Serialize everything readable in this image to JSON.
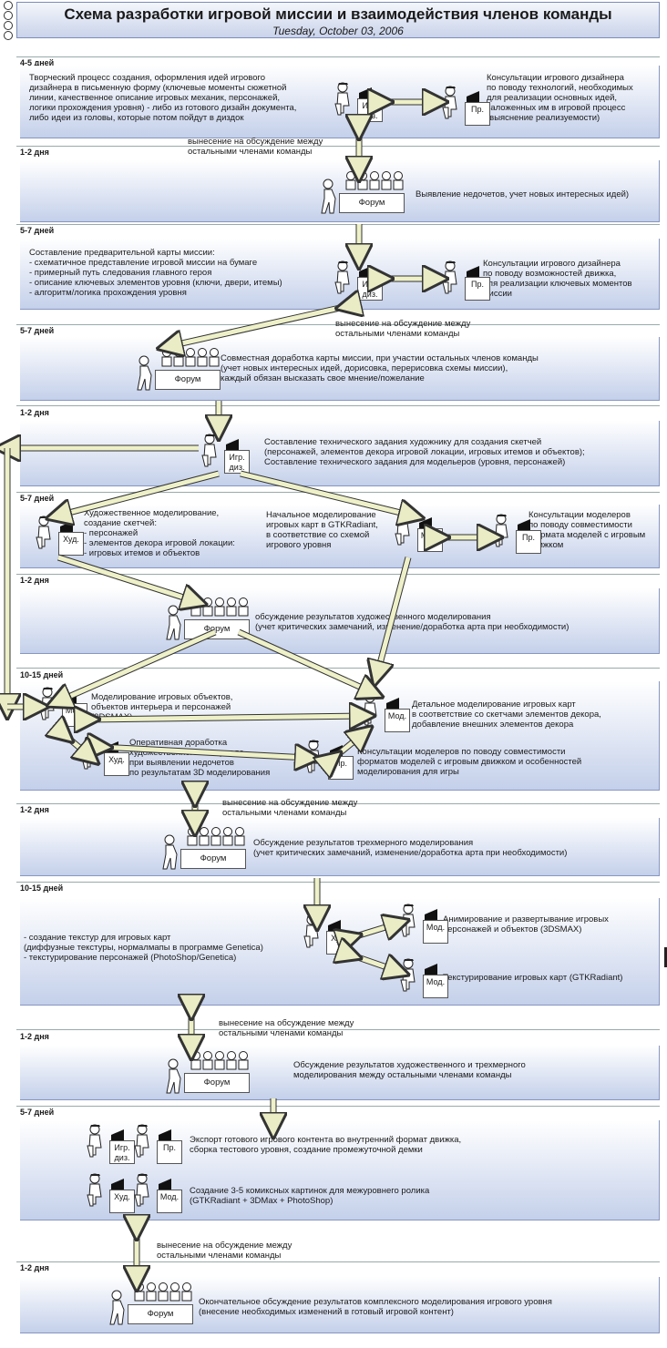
{
  "header": {
    "title": "Схема разработки игровой миссии и взаимодействия членов команды",
    "date": "Tuesday, October 03, 2006"
  },
  "roles": {
    "gd": "Игр. диз.",
    "pr": "Пр.",
    "hud": "Худ.",
    "mod": "Мод.",
    "forum": "Форум"
  },
  "durations": [
    "4-5 дней",
    "1-2 дня",
    "5-7 дней",
    "5-7 дней",
    "1-2 дня",
    "5-7 дней",
    "1-2 дня",
    "10-15 дней",
    "1-2 дня",
    "10-15 дней",
    "1-2 дня",
    "5-7 дней",
    "1-2 дня"
  ],
  "blocks": {
    "s1": {
      "left": [
        "Творческий процесс создания, оформления идей игрового",
        "дизайнера в письменную форму (ключевые моменты сюжетной",
        "линии, качественное описание игровых механик, персонажей,",
        "логики прохождения уровня) - либо из готового дизайн документа,",
        "либо идеи из головы, которые потом пойдут в диздок"
      ],
      "right": [
        "Консультации игрового дизайнера",
        "по поводу технологий, необходимых",
        "для реализации основных идей,",
        "заложенных им в игровой процесс",
        "(выяснение реализуемости)"
      ]
    },
    "n1": [
      "вынесение на обсуждение между",
      "остальными членами команды"
    ],
    "s2": {
      "text": "Выявление недочетов, учет новых интересных идей)"
    },
    "s3": {
      "left": [
        "Составление предварительной карты миссии:",
        "- схематичное представление игровой миссии на бумаге",
        "- примерный путь следования главного героя",
        "- описание ключевых элементов уровня (ключи, двери, итемы)",
        "- алгоритм/логика прохождения уровня"
      ],
      "right": [
        "Консультации игрового дизайнера",
        "по поводу возможностей движка,",
        "для реализации ключевых моментов",
        "миссии"
      ]
    },
    "n2": [
      "вынесение на обсуждение между",
      "остальными членами команды"
    ],
    "s4": {
      "text": [
        "Совместная доработка карты миссии, при участии остальных членов команды",
        "(учет новых интересных идей, дорисовка, перерисовка схемы миссии),",
        "каждый обязан высказать свое мнение/пожелание"
      ]
    },
    "s5": {
      "text": [
        "Составление технического задания художнику для создания скетчей",
        "(персонажей, элементов декора игровой локации, игровых итемов и объектов);",
        "Составление технического задания для модельеров (уровня, персонажей)"
      ]
    },
    "s6": {
      "left": [
        "Художественное моделирование,",
        "создание скетчей:",
        "- персонажей",
        "- элементов декора игровой локации:",
        "- игровых итемов и объектов"
      ],
      "mid": [
        "Начальное моделирование",
        "игровых карт в GTKRadiant,",
        "в соответствие со схемой",
        "игрового уровня"
      ],
      "right": [
        "Консультации моделеров",
        "по поводу совместимости",
        "формата моделей с игровым",
        "движком"
      ]
    },
    "s7": {
      "text": [
        "обсуждение результатов художественного моделирования",
        "(учет критических замечаний, изменение/доработка арта при необходимости)"
      ]
    },
    "s8": {
      "a": [
        "Моделирование игровых объектов,",
        "объектов интерьера и персонажей",
        "(3DSMAX)"
      ],
      "b": [
        "Оперативная доработка",
        "художественного материала,",
        "при выявлении недочетов",
        "по результатам 3D моделирования"
      ],
      "c": [
        "Детальное моделирование игровых карт",
        "в соответствие со скетчами элементов декора,",
        "добавление внешних элементов декора"
      ],
      "d": [
        "Консультации моделеров по поводу совместимости",
        "форматов моделей с игровым движком и особенностей",
        "моделирования для игры"
      ]
    },
    "n3": [
      "вынесение на обсуждение между",
      "остальными членами команды"
    ],
    "s9": {
      "text": [
        "Обсуждение результатов трехмерного моделирования",
        "(учет критических замечаний, изменение/доработка арта при необходимости)"
      ]
    },
    "s10": {
      "left": [
        "- создание текстур для игровых карт",
        "(диффузные текстуры, нормалмапы в программе Genetica)",
        "- текстурирование персонажей (PhotoShop/Genetica)"
      ],
      "r1": [
        "Анимирование и развертывание игровых",
        "персонажей и объектов (3DSMAX)"
      ],
      "r2": [
        "Текстурирование игровых карт (GTKRadiant)"
      ]
    },
    "n4": [
      "вынесение на обсуждение между",
      "остальными членами команды"
    ],
    "s11": {
      "text": [
        "Обсуждение результатов художественного и трехмерного",
        "моделирования между остальными членами команды"
      ]
    },
    "s12": {
      "a": [
        "Экспорт готового игрового контента во внутренний формат движка,",
        "сборка тестового уровня, создание промежуточной демки"
      ],
      "b": [
        "Создание 3-5 комиксных картинок для межуровнего ролика",
        "(GTKRadiant + 3DMax + PhotoShop)"
      ]
    },
    "n5": [
      "вынесение на обсуждение между",
      "остальными членами команды"
    ],
    "s13": {
      "text": [
        "Окончательное обсуждение результатов комплексного моделирования игрового уровня",
        "(внесение необходимых изменений в готовый игровой контент)"
      ]
    }
  }
}
